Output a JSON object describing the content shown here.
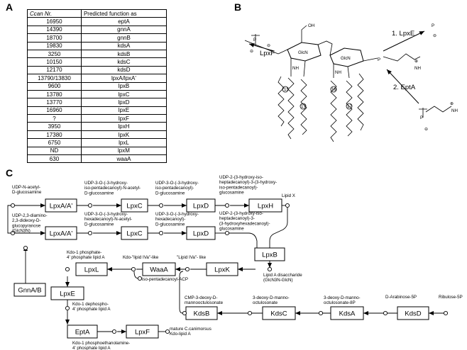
{
  "panels": {
    "a": "A",
    "b": "B",
    "c": "C"
  },
  "table": {
    "headers": [
      "Ccan Nr.",
      "Predicted function as"
    ],
    "rows": [
      [
        "16950",
        "eptA"
      ],
      [
        "14390",
        "gnnA"
      ],
      [
        "18700",
        "gnnB"
      ],
      [
        "19830",
        "kdsA"
      ],
      [
        "3250",
        "kdsB"
      ],
      [
        "10150",
        "kdsC"
      ],
      [
        "12170",
        "kdsD"
      ],
      [
        "13790/13830",
        "lpxA/lpxA'"
      ],
      [
        "9600",
        "lpxB"
      ],
      [
        "13780",
        "lpxC"
      ],
      [
        "13770",
        "lpxD"
      ],
      [
        "16960",
        "lpxE"
      ],
      [
        "?",
        "lpxF"
      ],
      [
        "3950",
        "lpxH"
      ],
      [
        "17380",
        "lpxK"
      ],
      [
        "6750",
        "lpxL"
      ],
      [
        "ND",
        "lpxM"
      ],
      [
        "630",
        "waaA"
      ]
    ]
  },
  "structure": {
    "lpxf": "LpxF",
    "lpxe": "1. LpxE",
    "epta": "2. EptA",
    "oh": "OH",
    "glcn": "GlcN",
    "nh": "NH",
    "nh3": "NH",
    "nh3_sup": "3",
    "charge_pos": "⊕",
    "charge_neg": "⊖",
    "o": "O",
    "p": "P",
    "c15": "15",
    "c17": "17",
    "c18": "16"
  },
  "pathway": {
    "enzymes": {
      "lpxa1": "LpxA/A'",
      "lpxc1": "LpxC",
      "lpxd1": "LpxD",
      "lpxh": "LpxH",
      "lpxa2": "LpxA/A'",
      "lpxc2": "LpxC",
      "lpxd2": "LpxD",
      "gnnab": "GnnA/B",
      "lpxb": "LpxB",
      "lpxk": "LpxK",
      "waaa": "WaaA",
      "lpxl": "LpxL",
      "lpxe": "LpxE",
      "epta": "EptA",
      "lpxf": "LpxF",
      "kdsb": "KdsB",
      "kdsc": "KdsC",
      "kdsa": "KdsA",
      "kdsd": "KdsD"
    },
    "labels": {
      "udp_glcnac": [
        "UDP-N-acetyl-",
        "D-glucosamine"
      ],
      "diamino": [
        "UDP-2,3-diamino-",
        "2,3-dideoxy-D-",
        "glucopyranose",
        "(GlcN3N)"
      ],
      "top_c1": [
        "UDP-3-O-(-3-hydroxy-",
        "iso-pentadecanoyl)-N-acetyl-",
        "D-glucosamine"
      ],
      "top_d1": [
        "UDP-3-O-(-3-hydroxy-",
        "iso-pentadecanoyl)-",
        "D-glucosamine"
      ],
      "top_h1": [
        "UDP-2-(3-hydroxy-iso-",
        "heptadecanoyl)-3-(3-hydroxy-",
        "iso-pentadecanoyl)-",
        "glucosamine"
      ],
      "lipid_x": "Lipid X",
      "mid_c2": [
        "UDP-3-O-(-3-hydroxy-",
        "hexadecanoyl)-N-acetyl-",
        "D-glucosamine"
      ],
      "mid_d2": [
        "UDP-3-O-(-3-hydroxy-",
        "hexadecanoyl)-",
        "D-glucosamine"
      ],
      "mid_h2": [
        "UDP-2-(3-hydroxy-iso-",
        "heptadecanoyl)-3-",
        "(3-hydroxyhexadecanoyl)-",
        "glucosamine"
      ],
      "kdo1p": [
        "Kdo-1 phosphate-",
        "4' phosphate lipid A"
      ],
      "kdo_iva": "Kdo-\"lipid IVa\"-like",
      "iva": "\"Lipid IVa\"- like",
      "disacch": [
        "Lipid A disaccharide",
        "(GlcN3N-GlcN)"
      ],
      "acp": "iso-pentadecanoyl-ACP",
      "kdo_deph": [
        "Kdo-1 dephospho-",
        "4' phosphate lipid A"
      ],
      "kdo_pea": [
        "Kdo-1 phosphoethanolamine-",
        "4' phosphate lipid A"
      ],
      "mature": [
        "mature C.canimorsus",
        "Kdo-lipid A"
      ],
      "cmp": [
        "CMP-3-deoxy-D-",
        "mannooctulosonate"
      ],
      "kdo_oct": [
        "3-deoxy-D-manno-",
        "octulosonate"
      ],
      "kdo_8p": [
        "3-deoxy-D-manno-",
        "octulosonate-8P"
      ],
      "ara5p": "D-Arabinose-5P",
      "ribu5p": "Ribulose-5P"
    }
  }
}
